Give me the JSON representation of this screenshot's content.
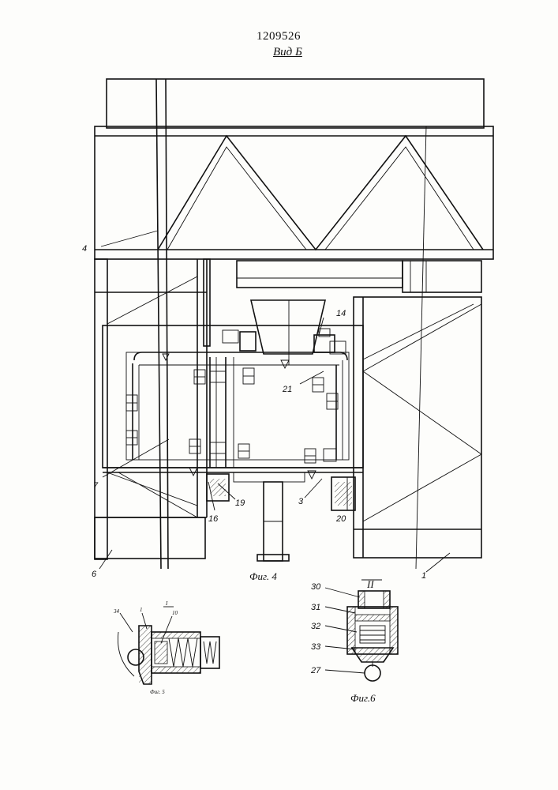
{
  "header": {
    "patent_number": "1209526",
    "view_label": "Вид Б"
  },
  "figures": {
    "fig4": {
      "caption": "Фиг. 4",
      "callouts": [
        "4",
        "14",
        "21",
        "7",
        "19",
        "16",
        "3",
        "20",
        "6",
        "1"
      ]
    },
    "fig5": {
      "caption": "Фиг. 5",
      "section_label": "I",
      "callouts": [
        "34",
        "1",
        "10"
      ]
    },
    "fig6": {
      "caption": "Фиг.6",
      "section_label": "II",
      "callouts": [
        "30",
        "31",
        "32",
        "33",
        "27"
      ]
    }
  }
}
